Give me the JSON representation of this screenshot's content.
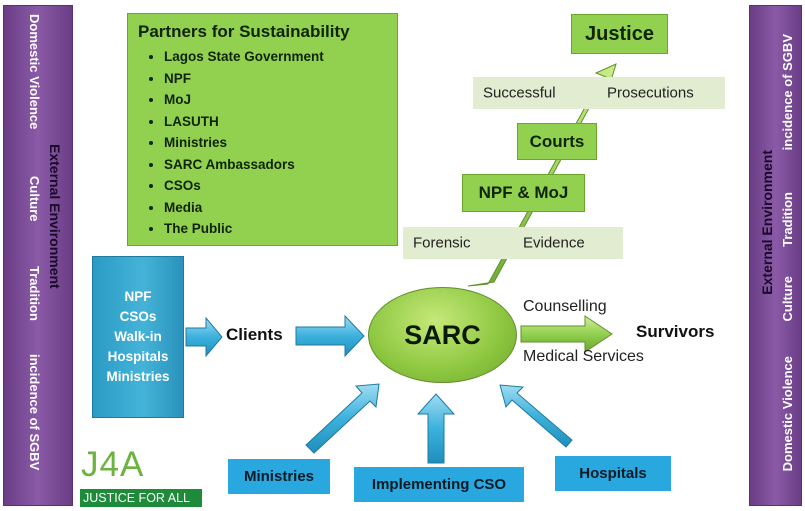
{
  "partners": {
    "title": "Partners for Sustainability",
    "items": [
      "Lagos State Government",
      "NPF",
      "MoJ",
      "LASUTH",
      "Ministries",
      "SARC Ambassadors",
      "CSOs",
      "Media",
      "The Public"
    ]
  },
  "external_left": {
    "title": "External Environment",
    "items": [
      "Domestic Violence",
      "Culture",
      "Tradition",
      "incidence of SGBV"
    ]
  },
  "external_right": {
    "title": "External Environment",
    "items": [
      "Domestic Violence",
      "Culture",
      "Tradition",
      "incidence of SGBV"
    ]
  },
  "referral_sources": [
    "NPF",
    "CSOs",
    "Walk-in",
    "Hospitals",
    "Ministries"
  ],
  "clients_label": "Clients",
  "center_label": "SARC",
  "services": [
    "Counselling",
    "Medical Services"
  ],
  "survivors_label": "Survivors",
  "pathway": {
    "forensic": "Forensic",
    "evidence": "Evidence",
    "npf_moj": "NPF & MoJ",
    "courts": "Courts",
    "successful": "Successful",
    "prosecutions": "Prosecutions",
    "justice": "Justice"
  },
  "support": {
    "ministries": "Ministries",
    "implementing_cso": "Implementing CSO",
    "hospitals": "Hospitals"
  },
  "logo": {
    "big": "J4A",
    "tagline": "JUSTICE FOR ALL"
  },
  "colors": {
    "purple": "#7b4b98",
    "green": "#92d050",
    "light_green": "#e1ecd0",
    "blue": "#29a8df",
    "teal": "#2a9bc4"
  }
}
